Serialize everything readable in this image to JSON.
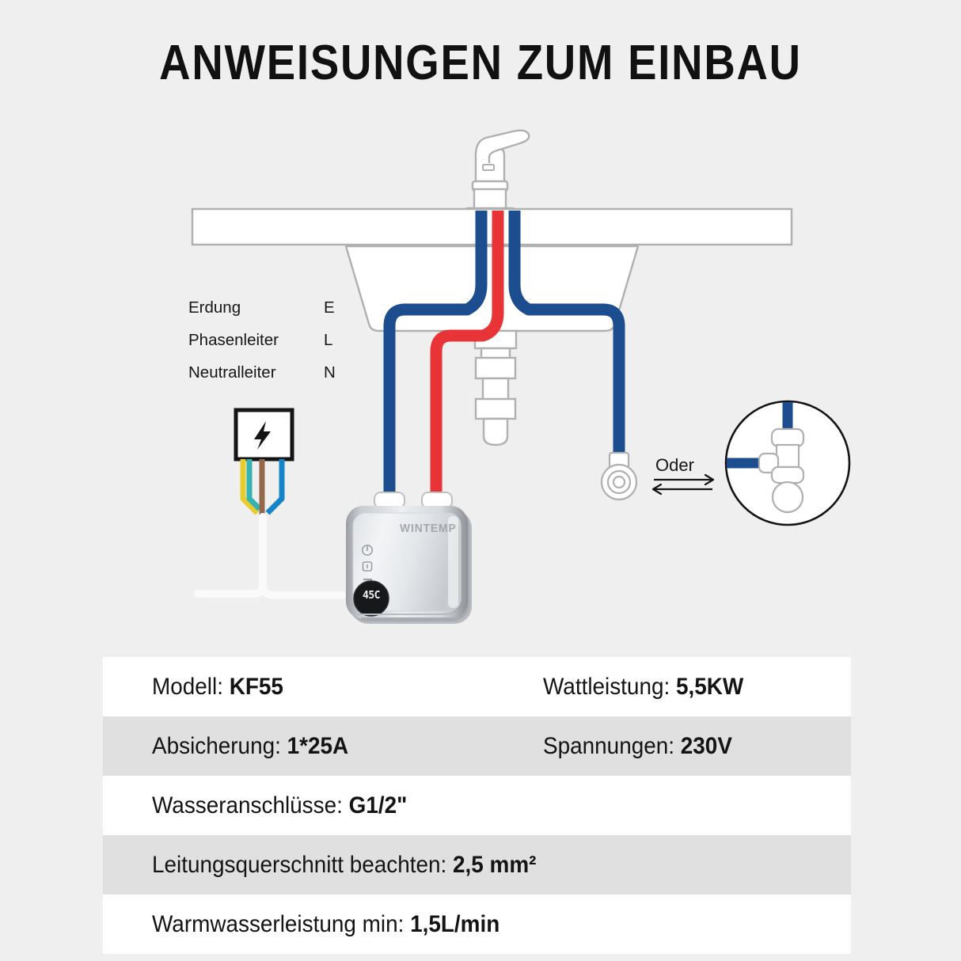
{
  "page": {
    "title": "ANWEISUNGEN ZUM EINBAU",
    "background_color": "#EFEFEF"
  },
  "legend": {
    "items": [
      {
        "label": "Erdung",
        "letter": "E",
        "colors": [
          "#E8CC2E",
          "#35B3B0"
        ],
        "swatch_name": "earth-wire-swatch"
      },
      {
        "label": "Phasenleiter",
        "letter": "L",
        "colors": [
          "#95674A",
          "#95674A"
        ],
        "swatch_name": "live-wire-swatch"
      },
      {
        "label": "Neutralleiter",
        "letter": "N",
        "colors": [
          "#1685C8",
          "#1685C8"
        ],
        "swatch_name": "neutral-wire-swatch"
      }
    ]
  },
  "diagram": {
    "or_label": "Oder",
    "pipe_colors": {
      "cold": "#1C4E8F",
      "hot": "#E83337"
    },
    "wire_colors": {
      "earth_yellow": "#E8CC2E",
      "earth_green": "#35B3B0",
      "live": "#95674A",
      "neutral": "#1685C8"
    },
    "outline_color": "#B0B0B0",
    "heater": {
      "brand": "WINTEMP",
      "display_value": "45C",
      "controls": [
        "power-icon",
        "display-icon",
        "minus-icon",
        "plus-icon"
      ]
    },
    "electrical_box": {
      "icon": "lightning-bolt-icon"
    },
    "detail_circle": {
      "component": "angle-valve"
    },
    "wall_connector": {
      "component": "wall-outlet-connector"
    }
  },
  "spec_table": {
    "rows": [
      {
        "shaded": false,
        "cells": [
          {
            "label": "Modell: ",
            "value": "KF55"
          },
          {
            "label": "Wattleistung: ",
            "value": "5,5KW"
          }
        ]
      },
      {
        "shaded": true,
        "cells": [
          {
            "label": "Absicherung: ",
            "value": "1*25A"
          },
          {
            "label": "Spannungen: ",
            "value": "230V"
          }
        ]
      },
      {
        "shaded": false,
        "cells": [
          {
            "label": "Wasseranschlüsse: ",
            "value": "G1/2\""
          }
        ]
      },
      {
        "shaded": true,
        "cells": [
          {
            "label": "Leitungsquerschnitt beachten: ",
            "value": "2,5 mm²"
          }
        ]
      },
      {
        "shaded": false,
        "cells": [
          {
            "label": "Warmwasserleistung min: ",
            "value": "1,5L/min"
          }
        ]
      }
    ]
  }
}
